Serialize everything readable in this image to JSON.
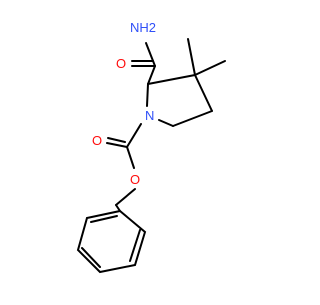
{
  "molecule": {
    "atom_labels": {
      "amide_nitrogen": "NH2",
      "amide_oxygen": "O",
      "ring_nitrogen": "N",
      "carbamate_carbonyl_oxygen": "O",
      "ester_oxygen": "O"
    },
    "colors": {
      "bond": "#000000",
      "nitrogen": "#3050F8",
      "oxygen": "#FF0D0D",
      "background": "#ffffff"
    }
  }
}
